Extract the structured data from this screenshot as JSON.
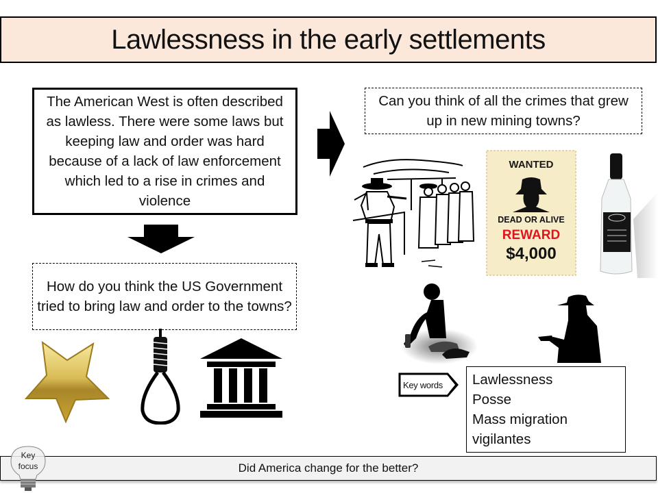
{
  "slide": {
    "title": "Lawlessness in the early settlements",
    "intro_text": "The American West is often described as lawless. There were some laws but keeping law and order was hard because of a lack of law enforcement which led to a rise in crimes and violence",
    "gov_question": "How do you think the US Government tried to bring law and order to the towns?",
    "crimes_question": "Can you think of all the crimes that grew up in new mining towns?",
    "images": {
      "saloon_sketch": "saloon-gunfight-sketch",
      "wanted_poster": {
        "heading": "WANTED",
        "subheading": "DEAD OR ALIVE",
        "reward_label": "REWARD",
        "amount": "$4,000"
      },
      "whiskey_bottle": "whiskey-bottle",
      "sitting_figure": "drunk-figure-silhouette",
      "gunman": "gunman-silhouette",
      "sheriff_star": "sheriff-star",
      "noose": "hangman-noose",
      "courthouse": "courthouse-building"
    },
    "keywords": {
      "tag_label": "Key words",
      "items": [
        "Lawlessness",
        "Posse",
        "Mass migration",
        "vigilantes"
      ]
    },
    "footer": {
      "bulb_label_1": "Key",
      "bulb_label_2": "focus",
      "question": "Did America change for the better?"
    },
    "colors": {
      "title_bg": "#fce8db",
      "footer_bg": "#f2f2f2",
      "reward_red": "#e0141e",
      "poster_bg": "#f6ecc8",
      "star_gold": "#c9a531"
    }
  }
}
